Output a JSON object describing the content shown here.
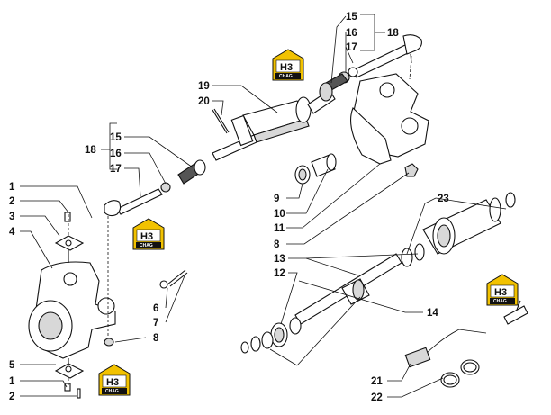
{
  "labels": {
    "l1a": "1",
    "l2a": "2",
    "l3": "3",
    "l4": "4",
    "l5": "5",
    "l1b": "1",
    "l2b": "2",
    "l6": "6",
    "l7": "7",
    "l8a": "8",
    "l8b": "8",
    "l9": "9",
    "l10": "10",
    "l11": "11",
    "l12": "12",
    "l13": "13",
    "l14": "14",
    "l15a": "15",
    "l16a": "16",
    "l17a": "17",
    "l18a": "18",
    "l15b": "15",
    "l16b": "16",
    "l17b": "17",
    "l18b": "18",
    "l19": "19",
    "l20": "20",
    "l21": "21",
    "l22": "22",
    "l23": "23"
  },
  "logo": {
    "letters": "H3",
    "caption": "CHAG",
    "accent_color": "#f2c200"
  }
}
